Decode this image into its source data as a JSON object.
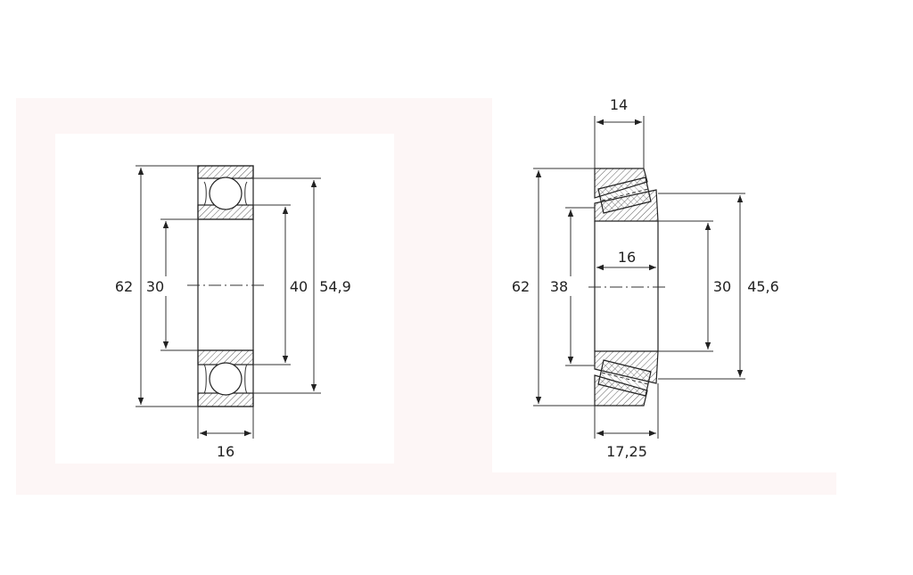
{
  "colors": {
    "line": "#222222",
    "background": "#ffffff"
  },
  "ball_bearing": {
    "outer_diameter": "62",
    "bore": "30",
    "inner_ring_shoulder": "40",
    "outer_ring_shoulder": "54,9",
    "width": "16"
  },
  "tapered_roller_bearing": {
    "cup_width": "14",
    "outer_diameter": "62",
    "cup_shoulder": "38",
    "cone_width": "16",
    "bore": "30",
    "cone_shoulder": "45,6",
    "total_width": "17,25"
  }
}
